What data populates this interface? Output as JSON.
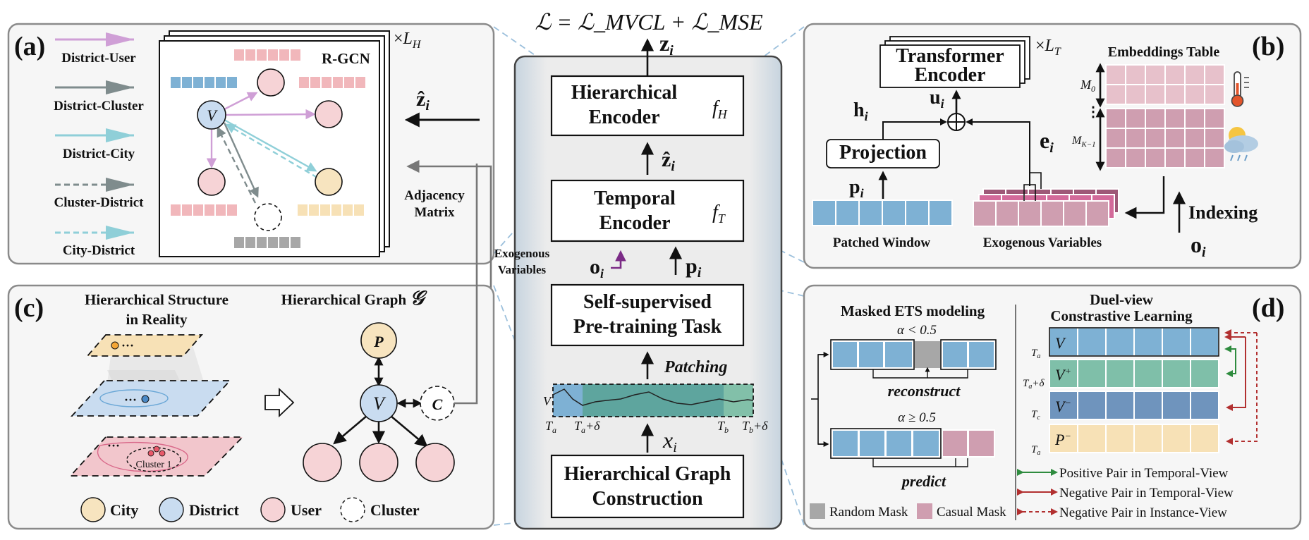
{
  "colors": {
    "district": "#c9dcf0",
    "user": "#f6d3d6",
    "city": "#f7e4bf",
    "blue_cell": "#7eb1d4",
    "pink_cell": "#f1b7bb",
    "yellow_cell": "#f7e1b6",
    "gray_cell": "#a7a7a7",
    "teal_cell": "#7fbfa9",
    "mauve_cell": "#cf9eb0",
    "edge_district_user": "#cf9fd6",
    "edge_district_cluster": "#7f8c8d",
    "edge_district_city": "#8fcfd8"
  },
  "center": {
    "loss_formula": "ℒ = ℒ_MVCL + ℒ_MSE",
    "z_label": "z",
    "z_sub": "i",
    "hierarchical_encoder": {
      "line1": "Hierarchical",
      "line2": "Encoder",
      "symbol": "f",
      "symbol_sub": "H"
    },
    "zhat_label": "ẑ",
    "zhat_sub": "i",
    "temporal_encoder": {
      "line1": "Temporal",
      "line2": "Encoder",
      "symbol": "f",
      "symbol_sub": "T"
    },
    "exogenous_line1": "Exogenous",
    "exogenous_line2": "Variables",
    "o_label": "o",
    "o_sub": "i",
    "p_label": "p",
    "p_sub": "i",
    "pretraining": {
      "line1": "Self-supervised",
      "line2": "Pre-training Task"
    },
    "patching": "Patching",
    "series_v": "V",
    "tick_ta": "T",
    "tick_ta_sub": "a",
    "tick_tad": "T",
    "tick_tad_sub": "a",
    "tick_tad_suffix": "+δ",
    "tick_tb": "T",
    "tick_tb_sub": "b",
    "tick_tbd": "T",
    "tick_tbd_sub": "b",
    "tick_tbd_suffix": "+δ",
    "x_label": "x",
    "x_sub": "i",
    "graph_construction": {
      "line1": "Hierarchical Graph",
      "line2": "Construction"
    }
  },
  "panel_a": {
    "tag": "(a)",
    "legend": [
      "District-User",
      "District-Cluster",
      "District-City",
      "Cluster-District",
      "City-District"
    ],
    "rgcn": "R-GCN",
    "times": "×",
    "layers": "L",
    "layers_sub": "H",
    "node_v": "V",
    "zhat": "ẑ",
    "zhat_sub": "i",
    "adj_line1": "Adjacency",
    "adj_line2": "Matrix"
  },
  "panel_b": {
    "tag": "(b)",
    "transformer_line1": "Transformer",
    "transformer_line2": "Encoder",
    "times": "×",
    "layers": "L",
    "layers_sub": "T",
    "embeddings_table": "Embeddings Table",
    "m0": "M",
    "m0_sub": "0",
    "mk": "M",
    "mk_sub": "K−1",
    "u": "u",
    "u_sub": "i",
    "h": "h",
    "h_sub": "i",
    "e": "e",
    "e_sub": "i",
    "p": "p",
    "p_sub": "i",
    "projection": "Projection",
    "patched_window": "Patched Window",
    "exogenous_variables": "Exogenous Variables",
    "indexing": "Indexing",
    "o": "o",
    "o_sub": "i"
  },
  "panel_c": {
    "tag": "(c)",
    "reality_line1": "Hierarchical Structure",
    "reality_line2": "in Reality",
    "graph_title": "Hierarchical Graph ",
    "graph_symbol": "𝒢",
    "node_p": "P",
    "node_v": "V",
    "node_c": "C",
    "ellipsis": "···",
    "cluster_label": "Cluster 1",
    "legend": [
      "City",
      "District",
      "User",
      "Cluster"
    ]
  },
  "panel_d": {
    "tag": "(d)",
    "masked_title": "Masked ETS modeling",
    "alpha_lt": "α < 0.5",
    "alpha_ge": "α ≥ 0.5",
    "reconstruct": "reconstruct",
    "predict": "predict",
    "random_mask": "Random Mask",
    "casual_mask": "Casual Mask",
    "duel_line1": "Duel-view",
    "duel_line2": "Constrastive Learning",
    "rows": [
      {
        "label": "V",
        "sup": "",
        "tick": "T",
        "tick_sub": "a",
        "tick_suffix": ""
      },
      {
        "label": "V",
        "sup": "+",
        "tick": "T",
        "tick_sub": "a",
        "tick_suffix": "+δ"
      },
      {
        "label": "V",
        "sup": "−",
        "tick": "T",
        "tick_sub": "c",
        "tick_suffix": ""
      },
      {
        "label": "P",
        "sup": "−",
        "tick": "T",
        "tick_sub": "a",
        "tick_suffix": ""
      }
    ],
    "legend": [
      "Positive Pair in Temporal-View",
      "Negative Pair in Temporal-View",
      "Negative Pair in Instance-View"
    ]
  }
}
